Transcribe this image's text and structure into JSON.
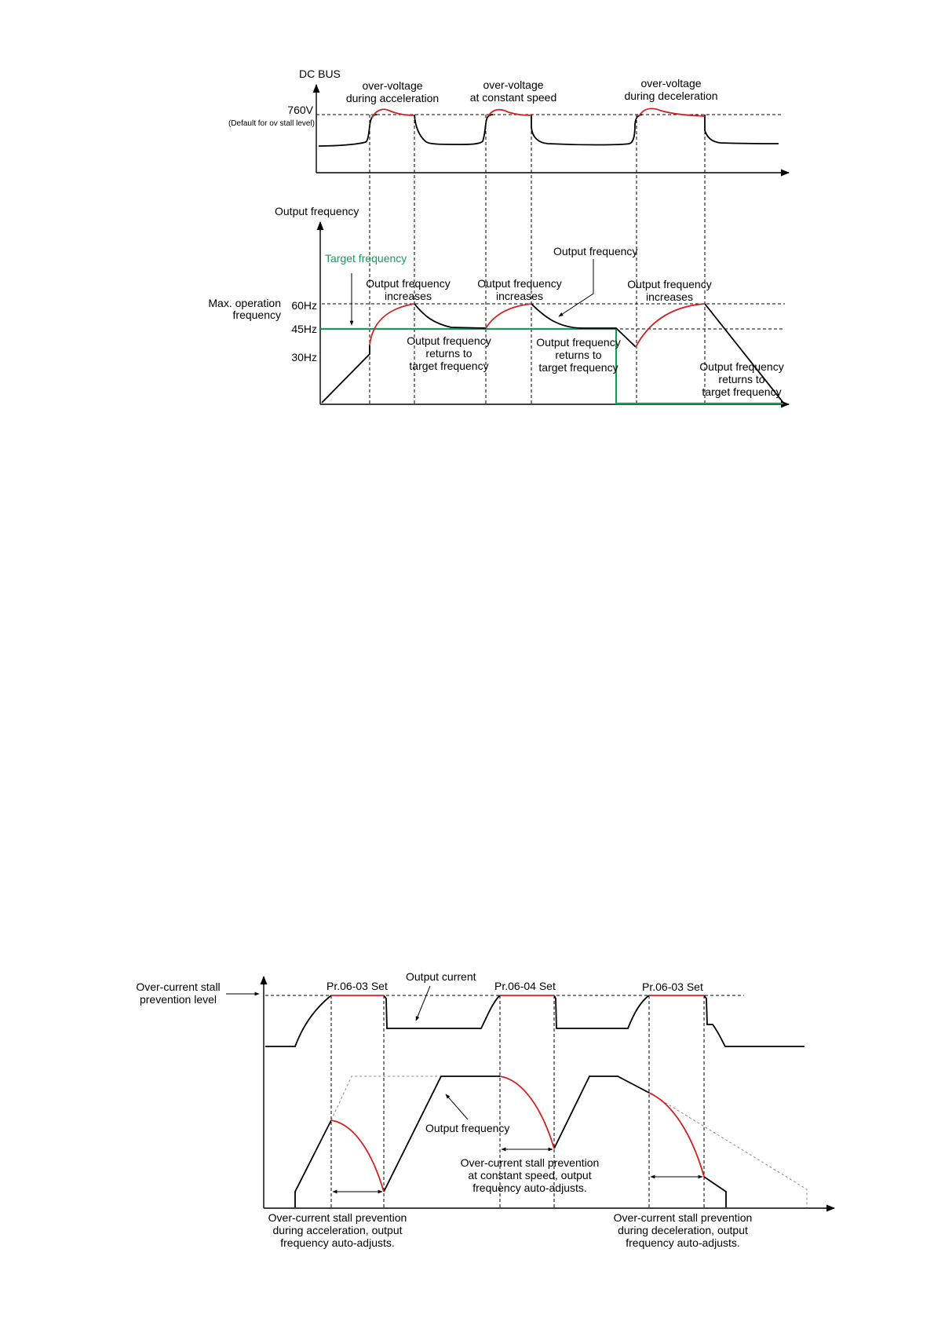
{
  "top": {
    "dc_bus_label": "DC BUS",
    "ann_acc": [
      "over-voltage",
      "during acceleration"
    ],
    "ann_const": [
      "over-voltage",
      "at constant speed"
    ],
    "ann_dec": [
      "over-voltage",
      "during deceleration"
    ],
    "level_value": "760V",
    "level_note": "(Default for ov stall level)",
    "outfreq_axis_label": "Output frequency",
    "target_freq_label": "Target frequency",
    "outfreq_pointer_label": "Output frequency",
    "max_op_freq": [
      "Max. operation",
      "frequency"
    ],
    "tick_60": "60Hz",
    "tick_45": "45Hz",
    "tick_30": "30Hz",
    "increases_1": [
      "Output frequency",
      "increases"
    ],
    "increases_2": [
      "Output frequency",
      "increases"
    ],
    "increases_3": [
      "Output frequency",
      "increases"
    ],
    "returns_1": [
      "Output frequency",
      "returns to",
      "target frequency"
    ],
    "returns_2": [
      "Output frequency",
      "returns to",
      "target frequency"
    ],
    "returns_3": [
      "Output frequency",
      "returns to",
      "target frequency"
    ],
    "colors": {
      "stall": "#d42020",
      "target": "#1a9a5a",
      "line": "#000000"
    }
  },
  "bottom": {
    "oc_level": [
      "Over-current stall",
      "prevention level"
    ],
    "pr_set_1": "Pr.06-03 Set",
    "output_current": "Output current",
    "pr_set_2": "Pr.06-04 Set",
    "pr_set_3": "Pr.06-03 Set",
    "output_frequency": "Output frequency",
    "ann_const": [
      "Over-current stall prevention",
      "at constant speed, output",
      "frequency auto-adjusts."
    ],
    "ann_acc": [
      "Over-current stall prevention",
      "during acceleration, output",
      "frequency auto-adjusts."
    ],
    "ann_dec": [
      "Over-current stall prevention",
      "during deceleration, output",
      "frequency auto-adjusts."
    ]
  }
}
